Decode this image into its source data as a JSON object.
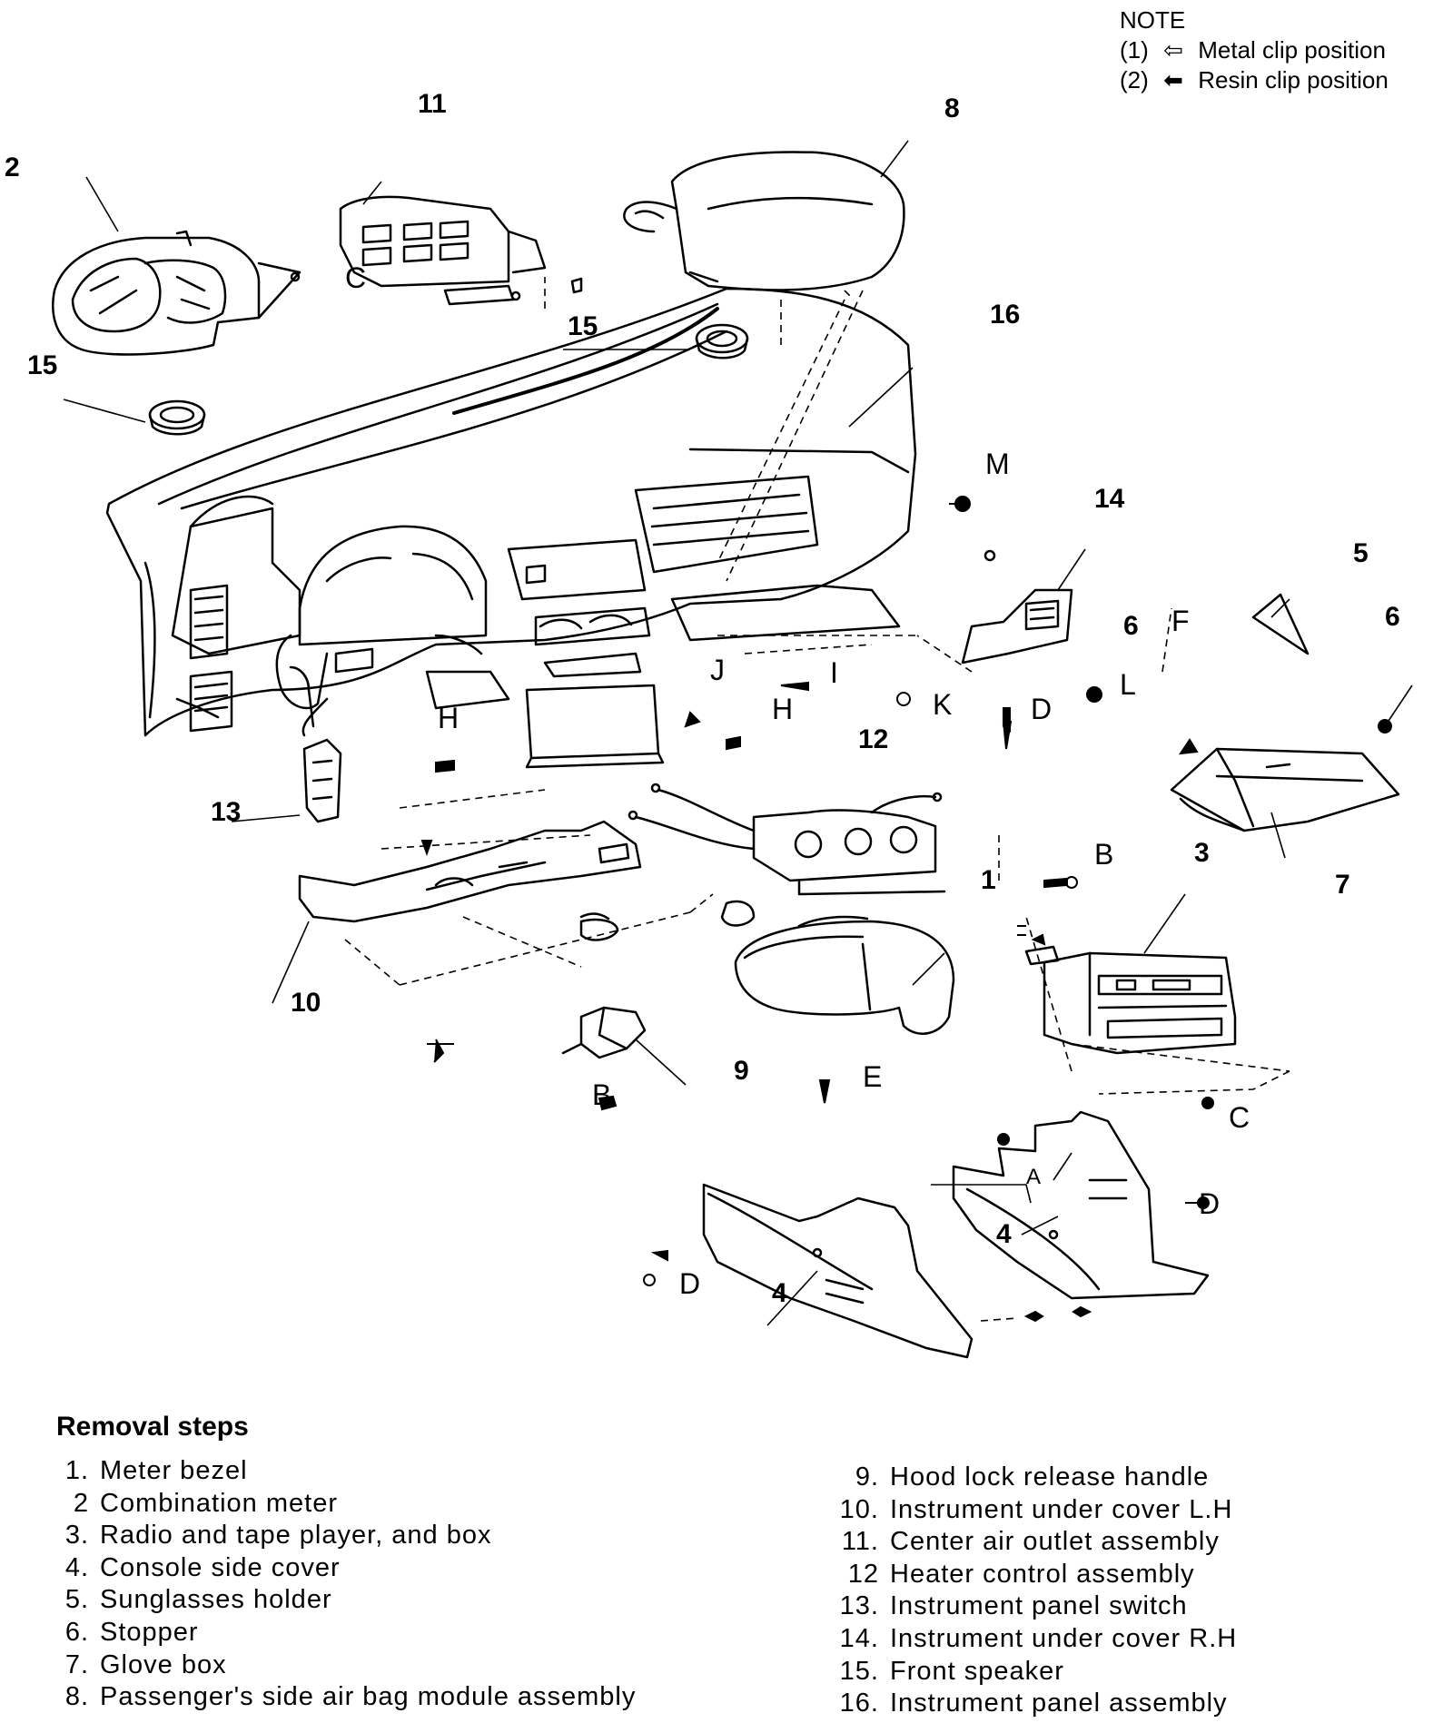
{
  "note": {
    "title": "NOTE",
    "items": [
      {
        "num": "(1)",
        "arrow": "⇦",
        "text": "Metal clip position"
      },
      {
        "num": "(2)",
        "arrow": "⬅",
        "text": "Resin clip position"
      }
    ]
  },
  "part_callouts": [
    "1",
    "2",
    "3",
    "4",
    "4",
    "5",
    "6",
    "6",
    "7",
    "8",
    "9",
    "10",
    "11",
    "12",
    "13",
    "14",
    "15",
    "15",
    "16"
  ],
  "fastener_callouts": [
    "A",
    "B",
    "B",
    "C",
    "C",
    "D",
    "D",
    "D",
    "E",
    "F",
    "H",
    "H",
    "I",
    "J",
    "K",
    "L",
    "M"
  ],
  "removal_steps": {
    "title": "Removal steps",
    "left": [
      {
        "num": "1.",
        "text": "Meter bezel"
      },
      {
        "num": "2",
        "text": "Combination meter"
      },
      {
        "num": "3.",
        "text": "Radio and tape player, and box"
      },
      {
        "num": "4.",
        "text": "Console side cover"
      },
      {
        "num": "5.",
        "text": "Sunglasses holder"
      },
      {
        "num": "6.",
        "text": "Stopper"
      },
      {
        "num": "7.",
        "text": "Glove box"
      },
      {
        "num": "8.",
        "text": "Passenger's side air bag module assembly"
      }
    ],
    "right": [
      {
        "num": "9.",
        "text": "Hood lock release handle"
      },
      {
        "num": "10.",
        "text": "Instrument under cover L.H"
      },
      {
        "num": "11.",
        "text": "Center air outlet assembly"
      },
      {
        "num": "12",
        "text": "Heater control assembly"
      },
      {
        "num": "13.",
        "text": "Instrument panel switch"
      },
      {
        "num": "14.",
        "text": "Instrument under cover R.H"
      },
      {
        "num": "15.",
        "text": "Front speaker"
      },
      {
        "num": "16.",
        "text": "Instrument panel assembly"
      }
    ]
  }
}
